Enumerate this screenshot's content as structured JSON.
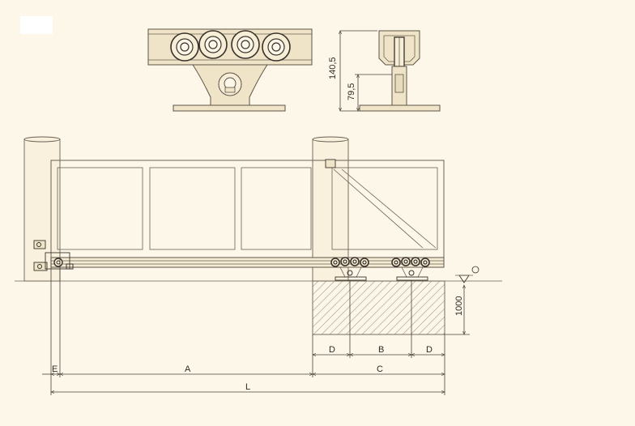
{
  "dimensions": {
    "total_height": "140,5",
    "base_height": "79,5",
    "foundation_depth": "1000",
    "d_left": "D",
    "b": "B",
    "d_right": "D",
    "e": "E",
    "a": "A",
    "c": "C",
    "l": "L"
  },
  "colors": {
    "background": "#fdf7ea",
    "line": "#5d5346",
    "dark": "#3a322a"
  }
}
